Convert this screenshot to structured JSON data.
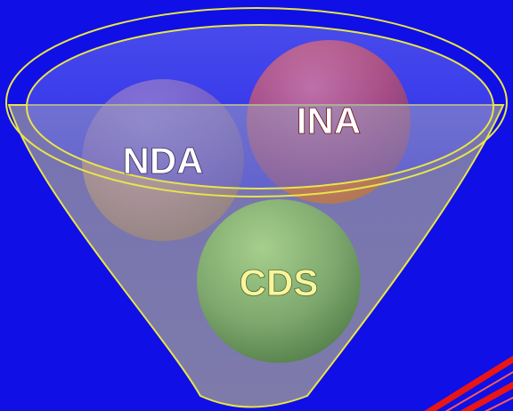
{
  "diagram": {
    "balls": [
      {
        "id": "nda",
        "label": "NDA",
        "color": "#7b4fa8",
        "text_color": "#ffffff"
      },
      {
        "id": "ina",
        "label": "INA",
        "color": "#d62a2a",
        "text_color": "#ffffff"
      },
      {
        "id": "cds",
        "label": "CDS",
        "color": "#7ea86e",
        "text_color": "#fbf59a"
      }
    ],
    "colors": {
      "background": "#0f0fe6",
      "funnel_fill": "#b8b47a",
      "funnel_outline": "#e8e44a",
      "stripes": "#e81616"
    }
  }
}
